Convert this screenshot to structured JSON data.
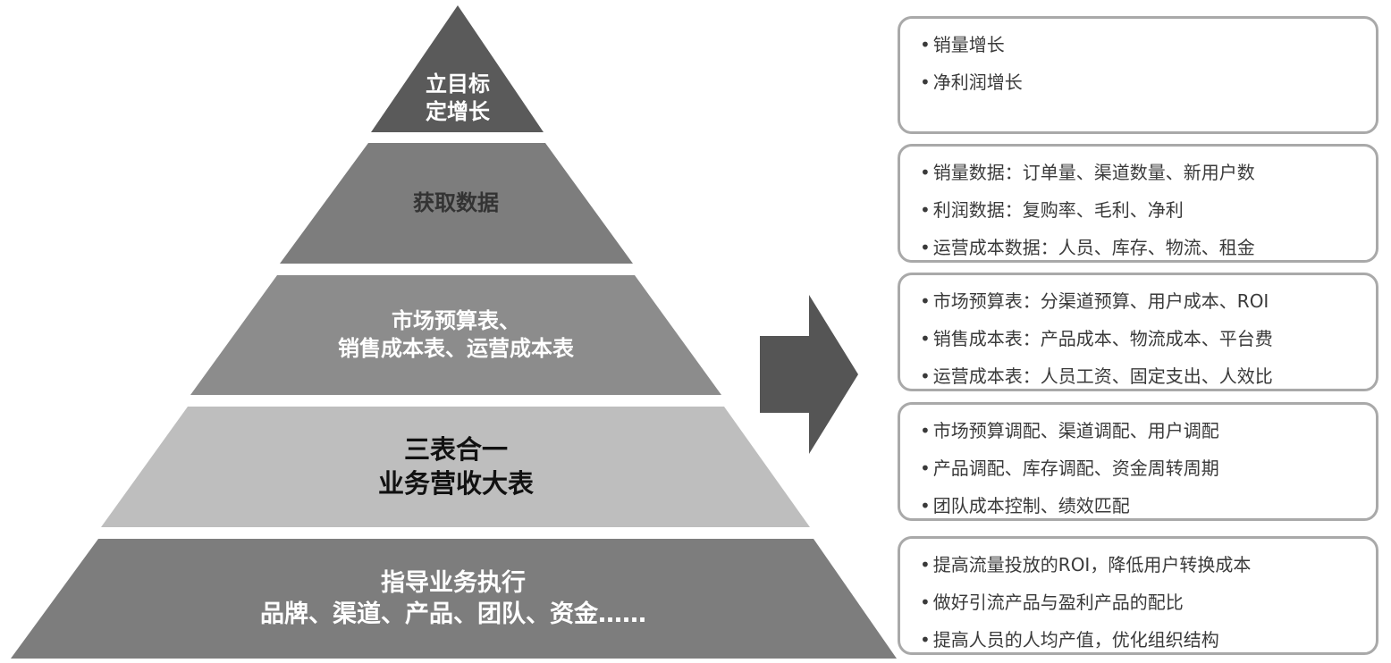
{
  "pyramid": {
    "layers": [
      {
        "lines": [
          "立目标",
          "定增长"
        ]
      },
      {
        "lines": [
          "获取数据"
        ]
      },
      {
        "lines": [
          "市场预算表、",
          "销售成本表、运营成本表"
        ]
      },
      {
        "lines": [
          "三表合一",
          "业务营收大表"
        ]
      },
      {
        "lines": [
          "指导业务执行",
          "品牌、渠道、产品、团队、资金……"
        ]
      }
    ]
  },
  "details": [
    {
      "items": [
        "销量增长",
        "净利润增长"
      ]
    },
    {
      "items": [
        "销量数据：订单量、渠道数量、新用户数",
        "利润数据：复购率、毛利、净利",
        "运营成本数据：人员、库存、物流、租金"
      ]
    },
    {
      "items": [
        "市场预算表：分渠道预算、用户成本、ROI",
        "销售成本表：产品成本、物流成本、平台费",
        "运营成本表：人员工资、固定支出、人效比"
      ]
    },
    {
      "items": [
        "市场预算调配、渠道调配、用户调配",
        "产品调配、库存调配、资金周转周期",
        "团队成本控制、绩效匹配"
      ]
    },
    {
      "items": [
        "提高流量投放的ROI，降低用户转换成本",
        "做好引流产品与盈利产品的配比",
        "提高人员的人均产值，优化组织结构"
      ]
    }
  ],
  "colors": {
    "layer_fills": [
      "#5a5a5a",
      "#7d7d7d",
      "#8c8c8c",
      "#bebebe",
      "#7d7d7d"
    ],
    "layer_text": [
      "#ffffff",
      "#333333",
      "#ffffff",
      "#111111",
      "#ffffff"
    ],
    "arrow": "#555555",
    "box_border": "#a9a9a9"
  }
}
